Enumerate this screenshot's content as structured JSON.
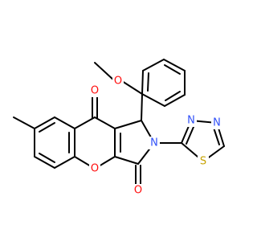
{
  "molecule": {
    "atoms": {
      "o_methoxy": {
        "label": "O",
        "color": "#ff0d0d"
      },
      "o_ketone": {
        "label": "O",
        "color": "#ff0d0d"
      },
      "o_ring": {
        "label": "O",
        "color": "#ff0d0d"
      },
      "o_lactam": {
        "label": "O",
        "color": "#ff0d0d"
      },
      "n_ring": {
        "label": "N",
        "color": "#3050f8"
      },
      "n_thiadiazole_1": {
        "label": "N",
        "color": "#3050f8"
      },
      "n_thiadiazole_2": {
        "label": "N",
        "color": "#3050f8"
      },
      "s_thiadiazole": {
        "label": "S",
        "color": "#c6a200"
      }
    },
    "bond_color": "#000000",
    "background": "#ffffff"
  }
}
